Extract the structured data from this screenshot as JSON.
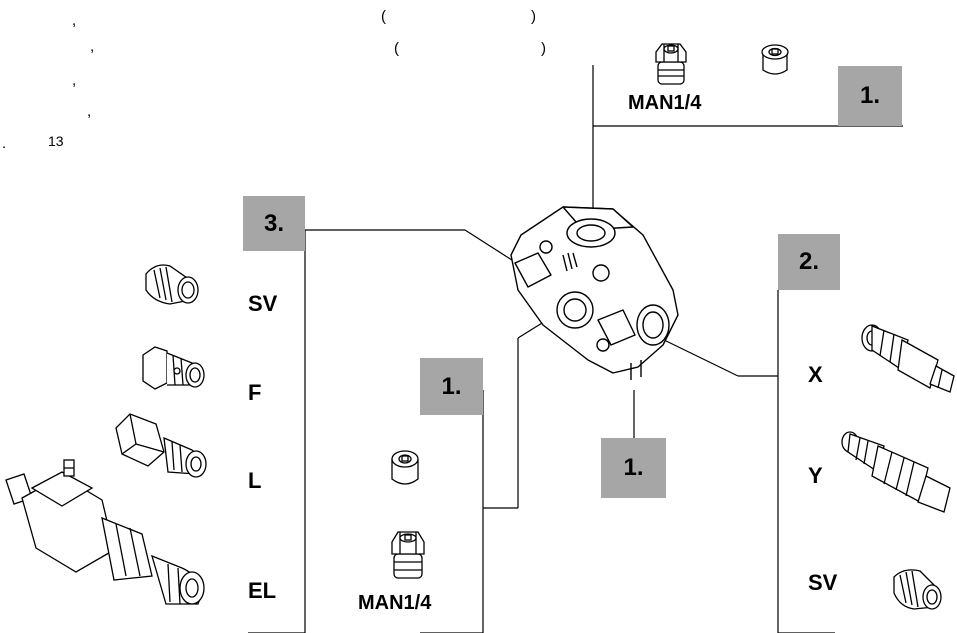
{
  "header_fragments": [
    ",",
    "(",
    ")",
    ",",
    "(",
    ")",
    ",",
    ",",
    ".",
    "13"
  ],
  "badges": {
    "top_right": "1.",
    "left_group": "3.",
    "right_group": "2.",
    "center_lower": "1.",
    "bottom_center": "1."
  },
  "labels": {
    "top_man": "MAN1/4",
    "bottom_man": "MAN1/4",
    "left_sv": "SV",
    "left_f": "F",
    "left_l": "L",
    "left_el": "EL",
    "right_x": "X",
    "right_y": "Y",
    "right_sv": "SV"
  },
  "icons": [
    "manometer-plug-icon",
    "plug-icon",
    "valve-block-icon",
    "cartridge-sv-icon",
    "cartridge-f-icon",
    "cartridge-l-icon",
    "solenoid-valve-el-icon",
    "relief-valve-x-icon",
    "relief-valve-y-icon"
  ],
  "colors": {
    "badge": "#a6a6a6",
    "line": "#000000"
  }
}
